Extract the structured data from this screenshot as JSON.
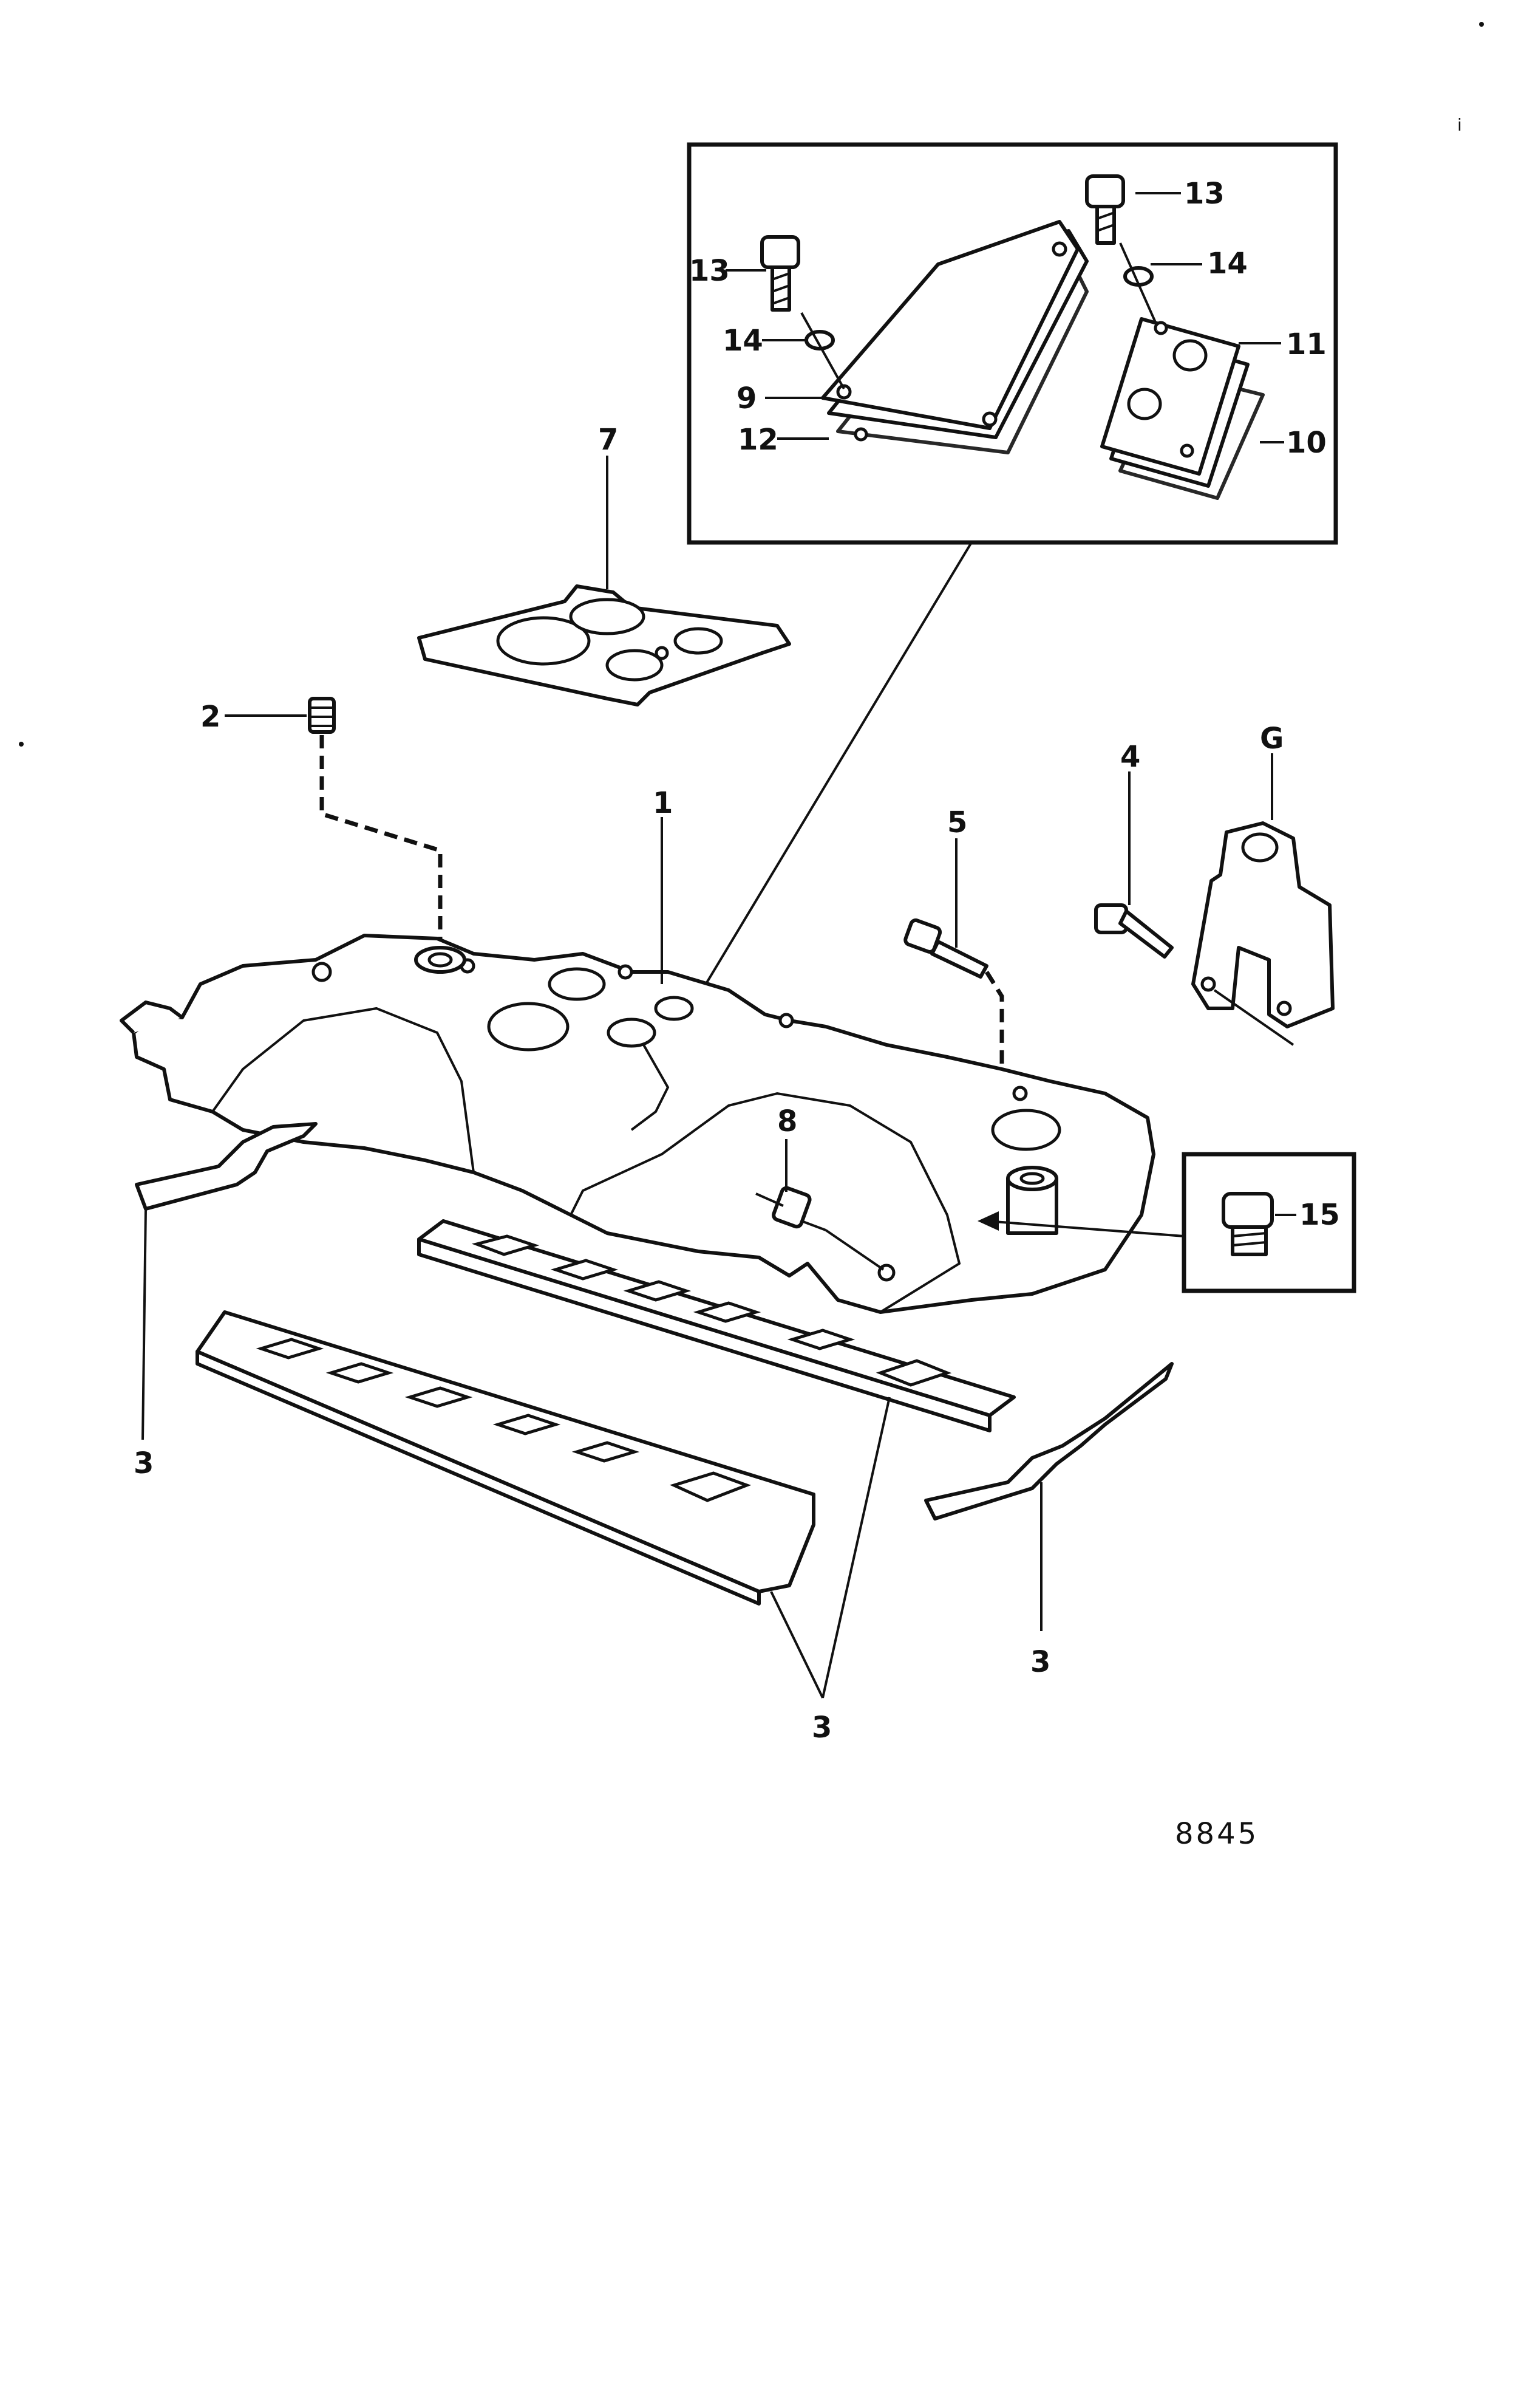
{
  "callouts": {
    "c1": "1",
    "c2": "2",
    "c3a": "3",
    "c3b": "3",
    "c3c": "3",
    "c4": "4",
    "c5": "5",
    "c6": "G",
    "c7": "7",
    "c8": "8",
    "c9": "9",
    "c10": "10",
    "c11": "11",
    "c12": "12",
    "c13a": "13",
    "c13b": "13",
    "c14a": "14",
    "c14b": "14",
    "c15": "15"
  },
  "drawing_number": "8845",
  "margin_mark": "i"
}
